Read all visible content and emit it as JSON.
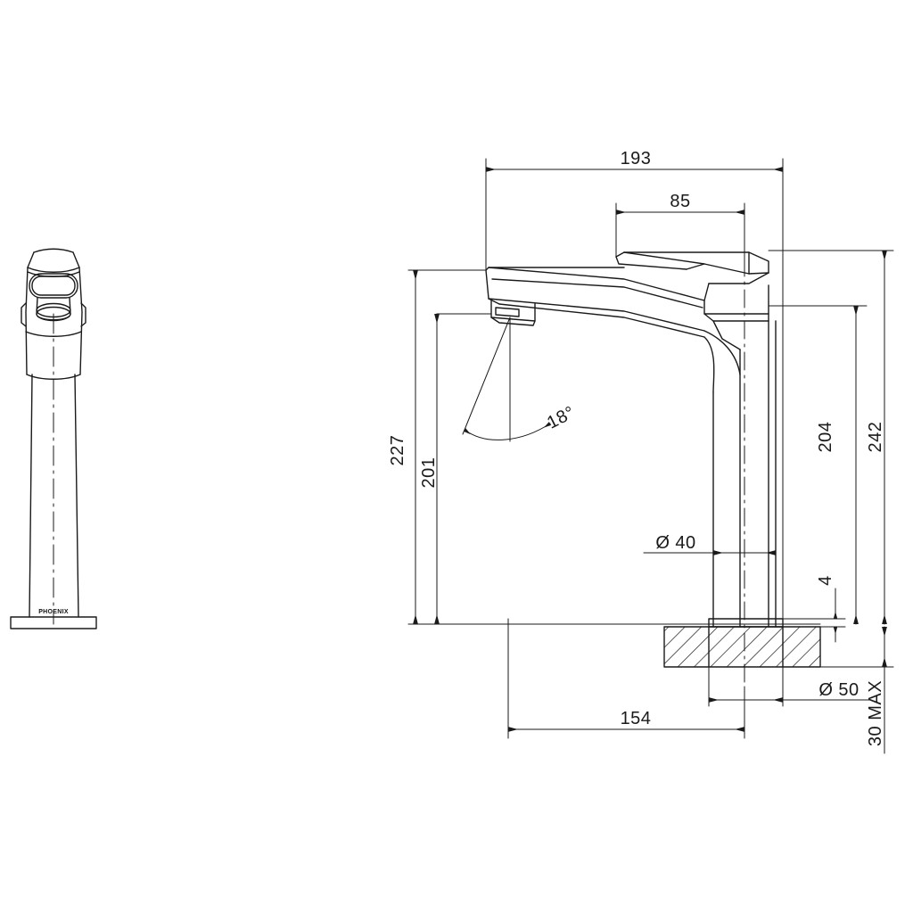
{
  "drawing": {
    "type": "engineering-dimension-drawing",
    "subject": "Tall basin mixer tap",
    "brand": "PHOENIX",
    "units": "mm",
    "line_color": "#1a1a1a",
    "background_color": "#ffffff"
  },
  "views": {
    "front": {
      "name": "front-elevation-view",
      "brand_label": "PHOENIX"
    },
    "side": {
      "name": "side-elevation-view"
    }
  },
  "dimensions": {
    "overall_reach": {
      "label": "193",
      "orientation": "horizontal"
    },
    "handle_reach": {
      "label": "85",
      "orientation": "horizontal"
    },
    "overall_height_spout": {
      "label": "227",
      "orientation": "vertical"
    },
    "spout_height": {
      "label": "201",
      "orientation": "vertical"
    },
    "body_height": {
      "label": "204",
      "orientation": "vertical"
    },
    "overall_height": {
      "label": "242",
      "orientation": "vertical"
    },
    "spout_angle": {
      "label": "18°",
      "orientation": "angular"
    },
    "base_diameter_upper": {
      "label": "Ø 40",
      "orientation": "horizontal"
    },
    "base_diameter_lower": {
      "label": "Ø 50",
      "orientation": "horizontal"
    },
    "washer_thickness": {
      "label": "4",
      "orientation": "vertical"
    },
    "counter_thickness": {
      "label": "30 MAX",
      "orientation": "vertical"
    },
    "base_offset": {
      "label": "154",
      "orientation": "horizontal"
    }
  }
}
